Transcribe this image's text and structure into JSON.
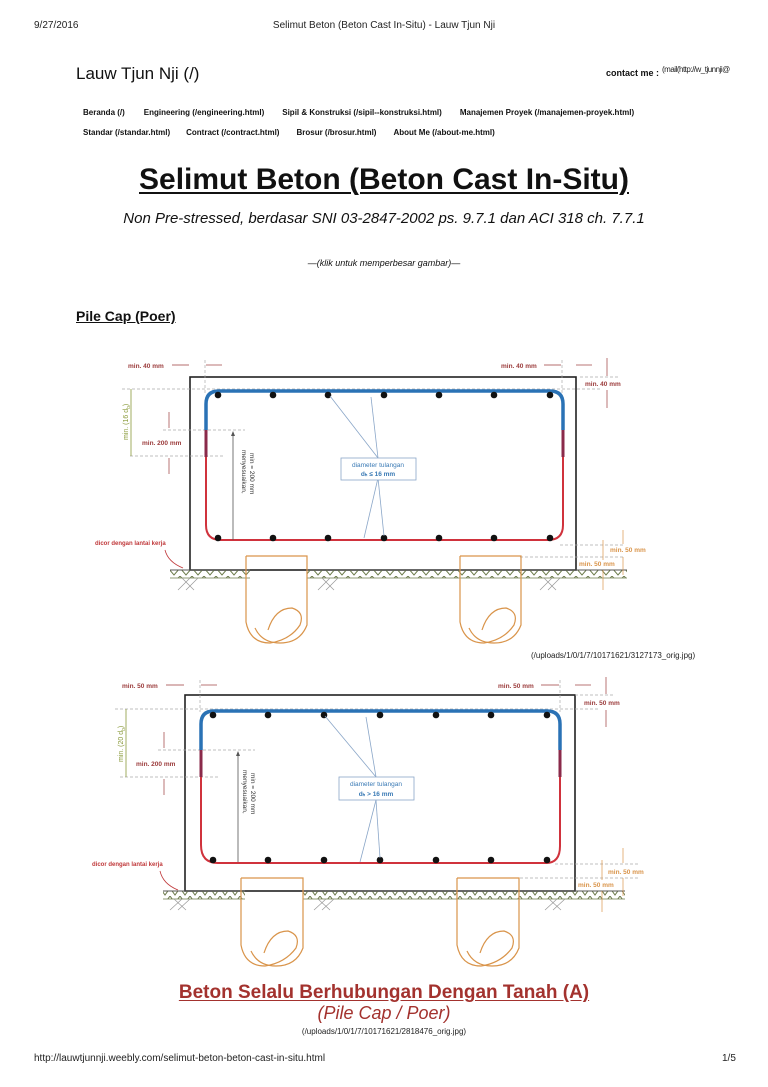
{
  "print_header": {
    "date": "9/27/2016",
    "title": "Selimut Beton (Beton Cast In-Situ) - Lauw Tjun Nji"
  },
  "site": {
    "title": "Lauw Tjun Nji (/)",
    "contact_label": "contact me :",
    "contact_link": "(mail(http://w_tjunnji@"
  },
  "nav": {
    "row1": [
      {
        "label": "Beranda (/)"
      },
      {
        "label": "Engineering (/engineering.html)"
      },
      {
        "label": "Sipil & Konstruksi (/sipil--konstruksi.html)"
      },
      {
        "label": "Manajemen Proyek (/manajemen-proyek.html)"
      }
    ],
    "row2": [
      {
        "label": "Standar (/standar.html)"
      },
      {
        "label": "Contract (/contract.html)"
      },
      {
        "label": "Brosur (/brosur.html)"
      },
      {
        "label": "About Me (/about-me.html)"
      }
    ]
  },
  "article": {
    "title": "Selimut Beton (Beton Cast In-Situ)",
    "subtitle": "Non Pre-stressed, berdasar SNI 03-2847-2002 ps. 9.7.1 dan ACI 318 ch. 7.7.1",
    "enlarge_hint": "—(klik untuk memperbesar gambar)—",
    "section_heading": "Pile Cap (Poer)"
  },
  "figures": [
    {
      "top_left_cover": "min. 40 mm",
      "top_right_cover": "min. 40 mm",
      "top_cover_side": "min. 40 mm",
      "lap_length": "min. (16 d",
      "lap_sub": "b",
      "lap_close": ")",
      "lap_min": "min. 200 mm",
      "spacing_label_1": "menyesuaikan,",
      "spacing_label_2": "min = 200 mm",
      "rebar_box_line1": "diameter tulangan",
      "rebar_box_line2": "dₕ ≤ 16 mm",
      "work_floor": "dicor dengan lantai kerja",
      "bottom_cover_1": "min. 50 mm",
      "bottom_cover_2": "min. 50 mm",
      "link": "(/uploads/1/0/1/7/10171621/3127173_orig.jpg)"
    },
    {
      "top_left_cover": "min. 50 mm",
      "top_right_cover": "min. 50 mm",
      "top_cover_side": "min. 50 mm",
      "lap_length": "min. (20 d",
      "lap_sub": "b",
      "lap_close": ")",
      "lap_min": "min. 200 mm",
      "spacing_label_1": "menyesuaikan,",
      "spacing_label_2": "min = 200 mm",
      "rebar_box_line1": "diameter tulangan",
      "rebar_box_line2": "dₕ > 16 mm",
      "work_floor": "dicor dengan lantai kerja",
      "bottom_cover_1": "min. 50 mm",
      "bottom_cover_2": "min. 50 mm",
      "caption_title": "Beton Selalu Berhubungan Dengan Tanah (A)",
      "caption_sub": "(Pile Cap / Poer)",
      "link": "(/uploads/1/0/1/7/10171621/2818476_orig.jpg)"
    }
  ],
  "colors": {
    "top_rebar": "#2a72b5",
    "bottom_rebar": "#d0323c",
    "lap_zone": "#8a2a4a",
    "pile": "#d9944a",
    "dim_red": "#9b3b3b",
    "dim_green": "#8a9a3a",
    "dim_orange": "#d9944a",
    "label_blue": "#3a7ab5",
    "caption_red": "#a3322e"
  },
  "print_footer": {
    "url": "http://lauwtjunnji.weebly.com/selimut-beton-beton-cast-in-situ.html",
    "page": "1/5"
  }
}
